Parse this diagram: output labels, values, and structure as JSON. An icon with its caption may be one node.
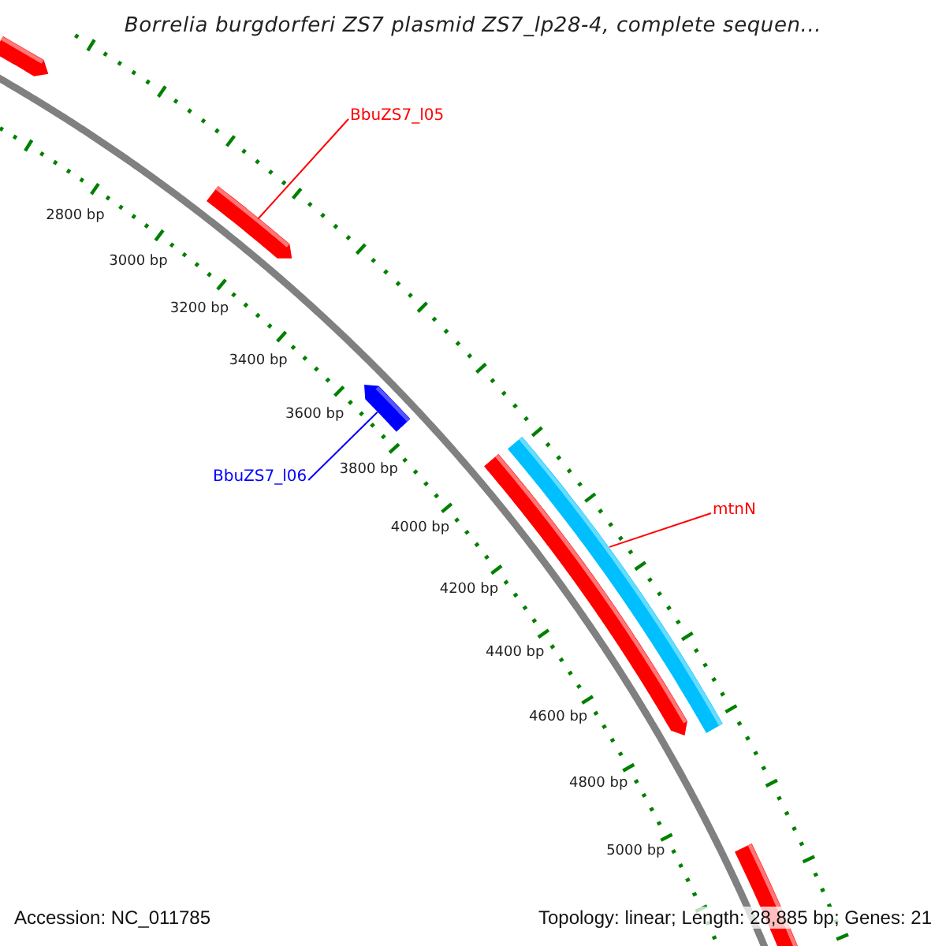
{
  "diagram": {
    "title": "Borrelia burgdorferi ZS7 plasmid ZS7_lp28-4, complete sequen...",
    "nodes": [
      {
        "text": [],
        "shape": "arrow"
      },
      {
        "text": [
          "BbuZS7_l05"
        ]
      },
      {
        "text": [],
        "shape": "arrow"
      },
      {
        "text": [],
        "shape": "arrow"
      },
      {
        "text": [
          "BbuZS7_l06"
        ]
      },
      {
        "text": [],
        "shape": "arrow"
      },
      {
        "text": [],
        "shape": "bar"
      },
      {
        "text": [
          "mtnN"
        ]
      },
      {
        "text": [],
        "shape": "bar"
      }
    ],
    "edges": [
      {
        "from": 1,
        "to": 2,
        "arrow": "none"
      },
      {
        "from": 4,
        "to": 3,
        "arrow": "none",
        "color": "#0000ff"
      },
      {
        "from": 7,
        "to": 6,
        "arrow": "none"
      }
    ],
    "labels": [
      "2800 bp",
      "3000 bp",
      "3200 bp",
      "3400 bp",
      "3600 bp",
      "3800 bp",
      "4000 bp",
      "4200 bp",
      "4400 bp",
      "4600 bp",
      "4800 bp",
      "5000 bp",
      "Accession: NC_011785",
      "Topology: linear; Length: 28,885 bp; Genes: 21"
    ]
  }
}
